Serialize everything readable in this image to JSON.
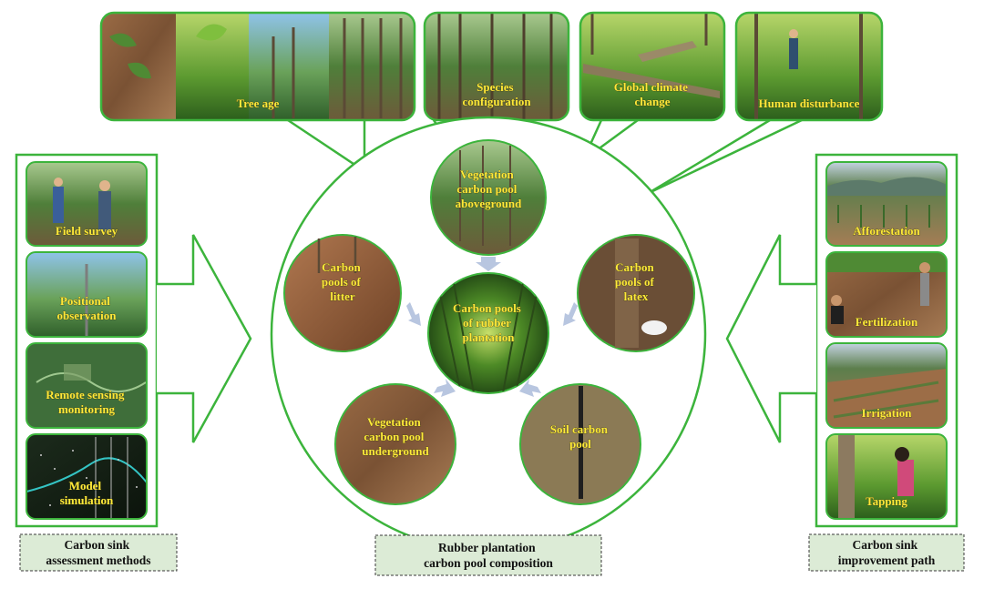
{
  "factors": [
    {
      "id": "tree-age",
      "label": [
        "Tree age"
      ]
    },
    {
      "id": "species-configuration",
      "label": [
        "Species",
        "configuration"
      ]
    },
    {
      "id": "global-climate-change",
      "label": [
        "Global climate",
        "change"
      ]
    },
    {
      "id": "human-disturbance",
      "label": [
        "Human disturbance"
      ]
    }
  ],
  "assessment_methods": [
    {
      "id": "field-survey",
      "label": [
        "Field survey"
      ]
    },
    {
      "id": "positional-observation",
      "label": [
        "Positional",
        "observation"
      ]
    },
    {
      "id": "remote-sensing-monitoring",
      "label": [
        "Remote sensing",
        "monitoring"
      ]
    },
    {
      "id": "model-simulation",
      "label": [
        "Model",
        "simulation"
      ]
    }
  ],
  "improvement_paths": [
    {
      "id": "afforestation",
      "label": [
        "Afforestation"
      ]
    },
    {
      "id": "fertilization",
      "label": [
        "Fertilization"
      ]
    },
    {
      "id": "irrigation",
      "label": [
        "Irrigation"
      ]
    },
    {
      "id": "tapping",
      "label": [
        "Tapping"
      ]
    }
  ],
  "center_pool": {
    "id": "rubber-plantation-pool",
    "label": [
      "Carbon pools",
      "of rubber",
      "plantation"
    ]
  },
  "carbon_pools": [
    {
      "id": "vegetation-aboveground",
      "label": [
        "Vegetation",
        "carbon pool",
        "aboveground"
      ]
    },
    {
      "id": "latex",
      "label": [
        "Carbon",
        "pools of",
        "latex"
      ]
    },
    {
      "id": "soil",
      "label": [
        "Soil carbon",
        "pool"
      ]
    },
    {
      "id": "vegetation-underground",
      "label": [
        "Vegetation",
        "carbon pool",
        "underground"
      ]
    },
    {
      "id": "litter",
      "label": [
        "Carbon",
        "pools of",
        "litter"
      ]
    }
  ],
  "captions": {
    "left": [
      "Carbon sink",
      "assessment methods"
    ],
    "center": [
      "Rubber plantation",
      "carbon pool composition"
    ],
    "right": [
      "Carbon sink",
      "improvement path"
    ]
  },
  "colors": {
    "frame_green": "#3cb43c",
    "photo_border": "#2e7d32",
    "label_yellow": "#ffe93a",
    "caption_fill": "#dcebd6",
    "arrow_blue": "#b8c6e0"
  }
}
